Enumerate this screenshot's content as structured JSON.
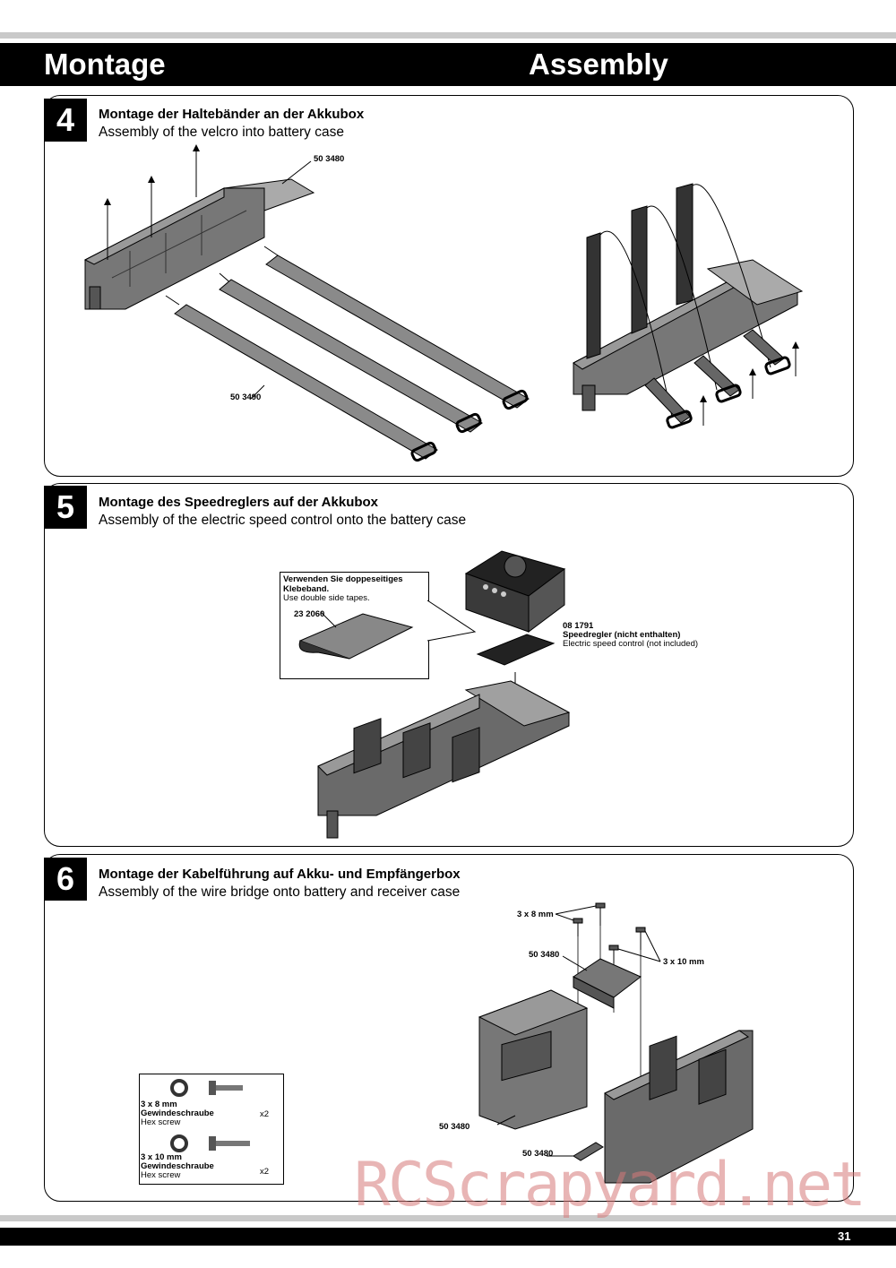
{
  "header": {
    "title_de": "Montage",
    "title_en": "Assembly"
  },
  "steps": [
    {
      "number": "4",
      "title_de": "Montage der Haltebänder an der Akkubox",
      "title_en": "Assembly of the velcro into battery case",
      "parts": [
        "50 3480",
        "50 3490"
      ]
    },
    {
      "number": "5",
      "title_de": "Montage des Speedreglers auf der Akkubox",
      "title_en": "Assembly of the electric speed control onto the battery case",
      "callout": {
        "de": "Verwenden Sie doppeseitiges Klebeband.",
        "en": "Use double side tapes.",
        "part": "23 2060"
      },
      "esc": {
        "part": "08 1791",
        "de": "Speedregler (nicht enthalten)",
        "en": "Electric speed control (not included)"
      }
    },
    {
      "number": "6",
      "title_de": "Montage der Kabelführung auf Akku- und Empfängerbox",
      "title_en": "Assembly of the wire bridge onto battery and receiver case",
      "labels": {
        "screw_a": "3 x 8 mm",
        "screw_b": "3 x 10 mm",
        "part_top": "50 3480",
        "part_left": "50 3480",
        "part_bottom": "50 3480"
      },
      "legend": [
        {
          "size": "3 x 8 mm",
          "de": "Gewindeschraube",
          "en": "Hex screw",
          "qty": "x2"
        },
        {
          "size": "3 x 10 mm",
          "de": "Gewindeschraube",
          "en": "Hex screw",
          "qty": "x2"
        }
      ]
    }
  ],
  "footer": {
    "page_number": "31"
  },
  "watermark": "RCScrapyard.net"
}
